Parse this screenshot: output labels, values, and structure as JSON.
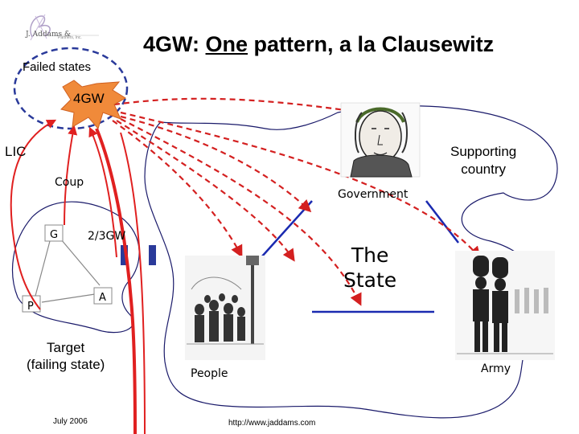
{
  "slide": {
    "title_pre": "4GW: ",
    "title_emph": "One",
    "title_post": " pattern, a la Clausewitz",
    "footer_date": "July 2006",
    "footer_url": "http://www.jaddams.com",
    "logo_text": "J. Addams &",
    "logo_subtext": "Partners, Inc."
  },
  "labels": {
    "failed_states": "Failed states",
    "fourgw": "4GW",
    "lic": "LIC",
    "supporting_line1": "Supporting",
    "supporting_line2": "country",
    "coup": "Coup",
    "government": "Government",
    "g": "G",
    "twothree_gw": "2/3GW",
    "the_state_line1": "The",
    "the_state_line2": "State",
    "a": "A",
    "p": "P",
    "target_line1": "Target",
    "target_line2": "(failing state)",
    "people": "People",
    "army": "Army"
  },
  "colors": {
    "red": "#e02020",
    "dashed_red": "#d42020",
    "blue_dash": "#2a3a9a",
    "blue_line": "#1a2ab0",
    "star_fill": "#f08a3a",
    "star_stroke": "#d06020",
    "outline": "#1a1a6a"
  },
  "icons": {
    "government_portrait": "napoleon-portrait-icon",
    "people_engraving": "crowd-engraving-icon",
    "army_engraving": "soldiers-engraving-icon",
    "logo": "company-logo-icon"
  }
}
